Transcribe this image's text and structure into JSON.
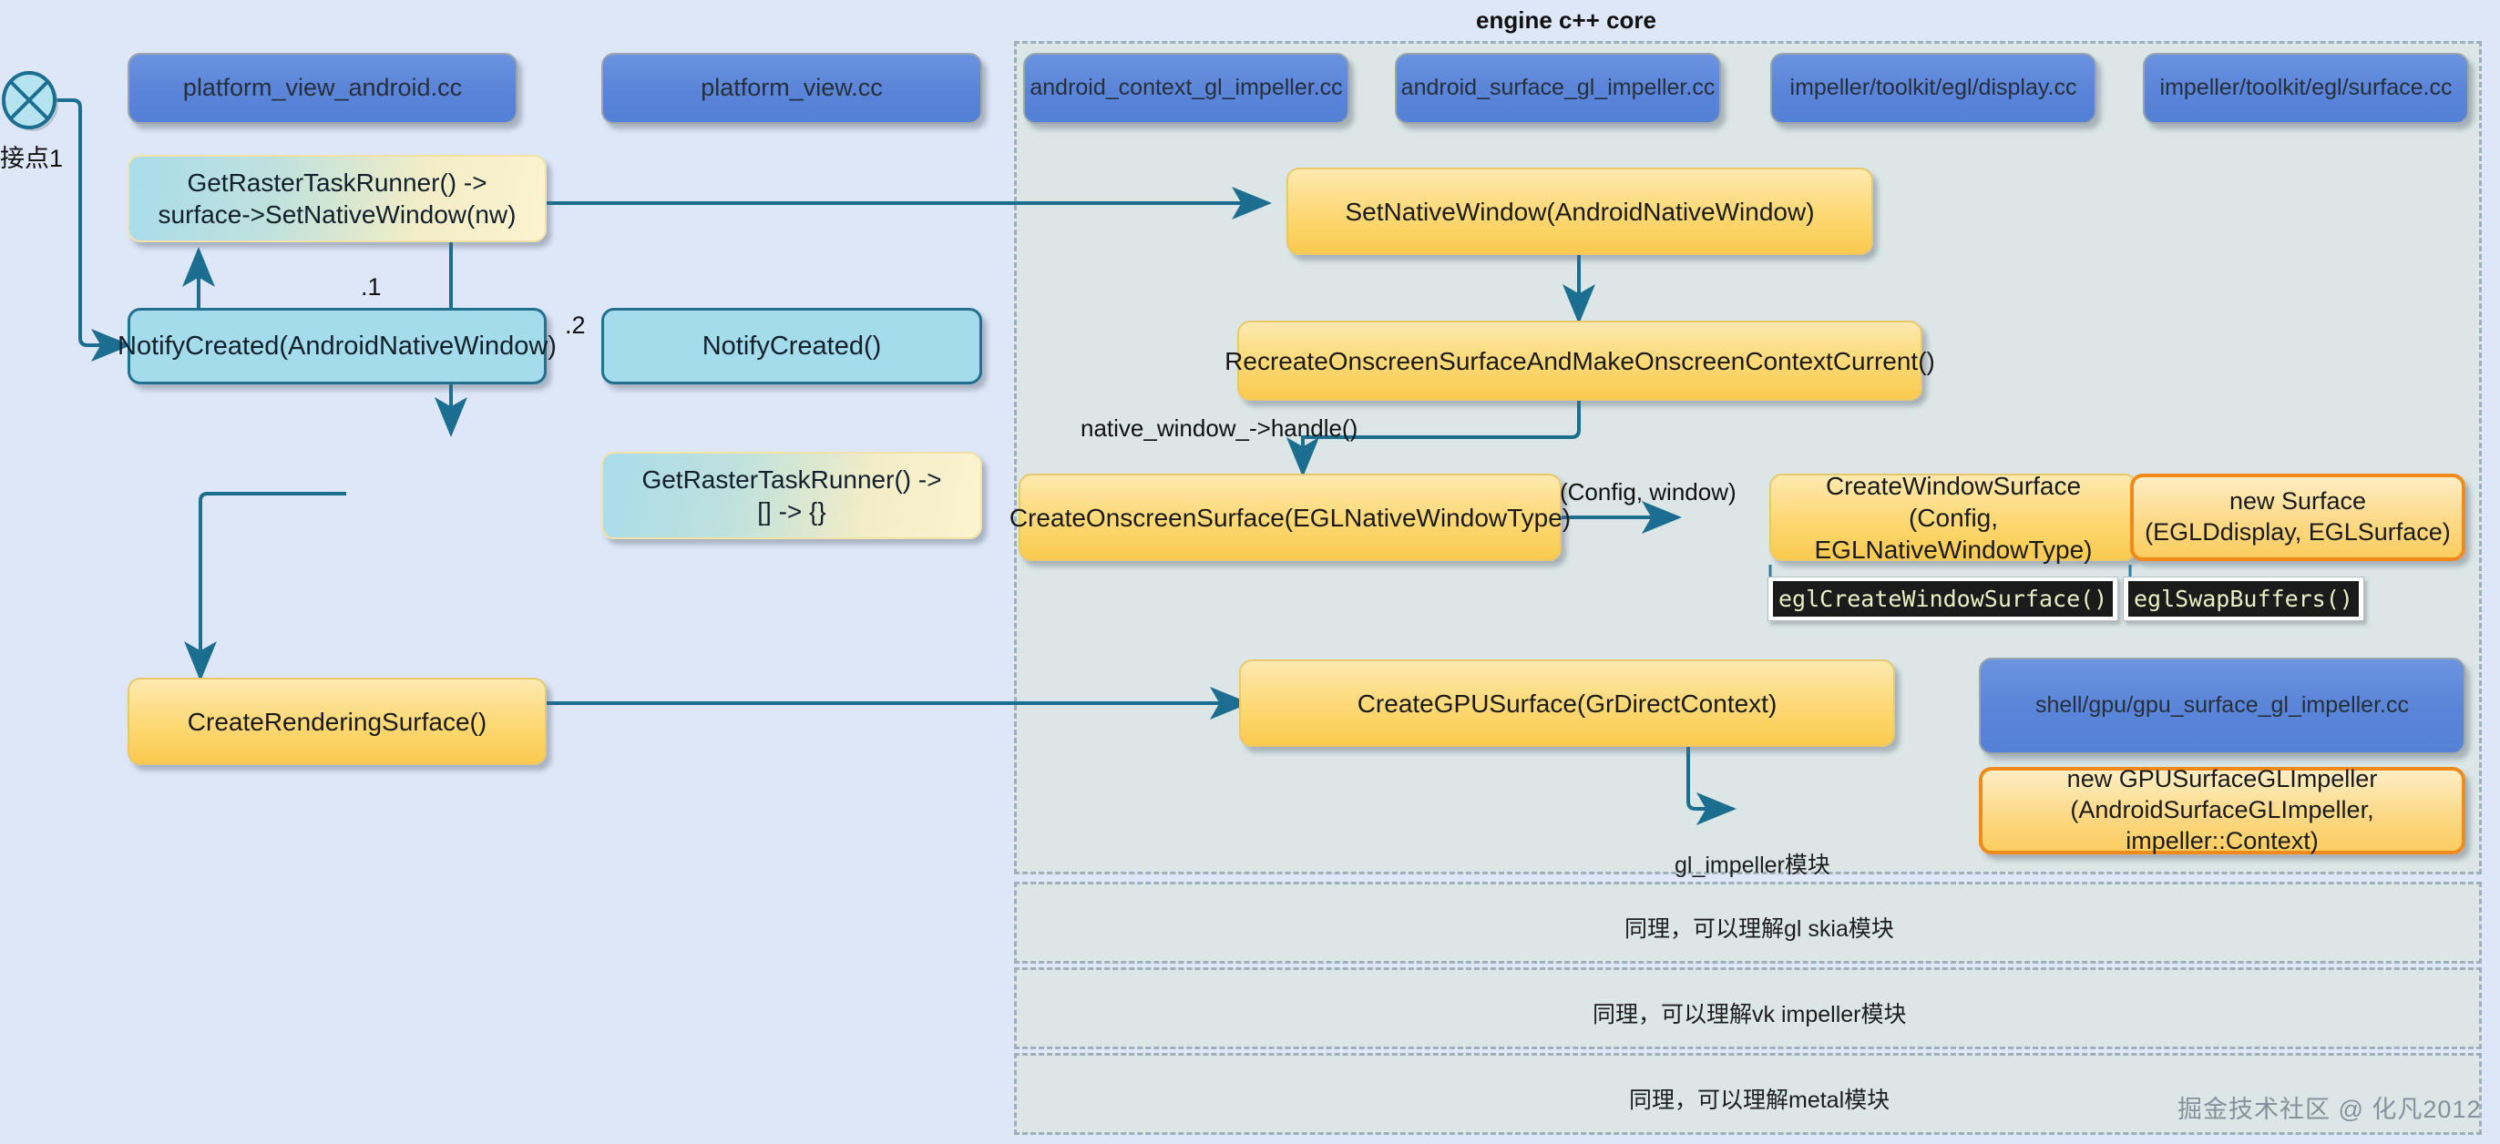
{
  "diagram": {
    "title": "engine c++ core",
    "connector": {
      "label": "接点1",
      "icon": "circle-x-connector-icon"
    },
    "watermark": "掘金技术社区 @ 化凡2012",
    "colors": {
      "canvas": "#dde7f8",
      "group_fill": "#dce6e6",
      "group_border": "#9fb0bd",
      "file_node": "#5a84d8",
      "blue_node": "#a5dceb",
      "blue_node_border": "#21708f",
      "yellow_node": "#fdd873",
      "highlight_border": "#f08a1b",
      "edge": "#1c6e91",
      "code_bg": "#1b1b1b",
      "code_text": "#e8f0c6"
    }
  },
  "file_nodes": [
    {
      "label": "platform_view_android.cc"
    },
    {
      "label": "platform_view.cc"
    },
    {
      "label": "android_context_gl_impeller.cc"
    },
    {
      "label": "android_surface_gl_impeller.cc"
    },
    {
      "label": "impeller/toolkit/egl/display.cc"
    },
    {
      "label": "impeller/toolkit/egl/surface.cc"
    },
    {
      "label": "shell/gpu/gpu_surface_gl_impeller.cc"
    }
  ],
  "flow_nodes": {
    "get_raster_set_native_window": "GetRasterTaskRunner() ->\nsurface->SetNativeWindow(nw)",
    "notify_created_android": "NotifyCreated(AndroidNativeWindow)",
    "notify_created": "NotifyCreated()",
    "get_raster_empty": "GetRasterTaskRunner() ->\n[] -> {}",
    "create_rendering_surface": "CreateRenderingSurface()",
    "set_native_window": "SetNativeWindow(AndroidNativeWindow)",
    "recreate_onscreen": "RecreateOnscreenSurfaceAndMakeOnscreenContextCurrent()",
    "create_onscreen_surface": "CreateOnscreenSurface(EGLNativeWindowType)",
    "create_window_surface": "CreateWindowSurface\n(Config, EGLNativeWindowType)",
    "new_surface": "new Surface\n(EGLDdisplay, EGLSurface)",
    "create_gpu_surface": "CreateGPUSurface(GrDirectContext)",
    "new_gpu_surface_gl_impeller": "new GPUSurfaceGLImpeller\n(AndroidSurfaceGLImpeller, impeller::Context)"
  },
  "code_chips": [
    {
      "label": "eglCreateWindowSurface()"
    },
    {
      "label": "eglSwapBuffers()"
    }
  ],
  "edge_labels": [
    {
      "label": ".1"
    },
    {
      "label": ".2"
    },
    {
      "label": "native_window_->handle()"
    },
    {
      "label": "(Config, window)"
    }
  ],
  "module_groups": [
    {
      "label": "gl_impeller模块"
    },
    {
      "label": "同理，可以理解gl skia模块"
    },
    {
      "label": "同理，可以理解vk impeller模块"
    },
    {
      "label": "同理，可以理解metal模块"
    }
  ]
}
